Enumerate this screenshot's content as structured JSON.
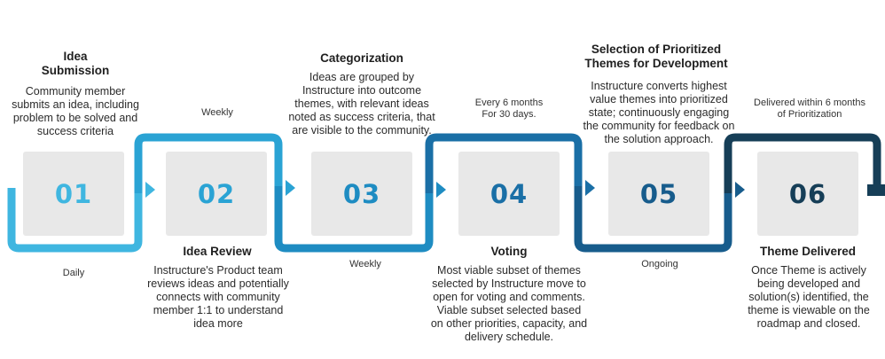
{
  "colors": {
    "track": [
      "#3fb6e0",
      "#2aa3d4",
      "#1e8cc2",
      "#1a6fa6",
      "#175c8c",
      "#163e57"
    ],
    "card": "#e8e8e8"
  },
  "steps": [
    {
      "number": "01",
      "title": "Idea\nSubmission",
      "description": "Community member\nsubmits an idea, including\nproblem to be solved and\nsuccess criteria",
      "frequency": "Daily"
    },
    {
      "number": "02",
      "title": "Idea Review",
      "description": "Instructure's Product team\nreviews ideas and potentially\nconnects with community\nmember 1:1 to understand\nidea more",
      "frequency": "Weekly"
    },
    {
      "number": "03",
      "title": "Categorization",
      "description": "Ideas are grouped by\nInstructure into outcome\nthemes, with relevant ideas\nnoted as success criteria, that\nare visible to the community.",
      "frequency": "Weekly"
    },
    {
      "number": "04",
      "title": "Voting",
      "description": "Most viable subset of themes\nselected by Instructure move to\nopen for voting and comments.\nViable subset selected based\non other priorities, capacity, and\ndelivery schedule.",
      "frequency": "Every 6 months\nFor 30 days."
    },
    {
      "number": "05",
      "title": "Selection of Prioritized\nThemes for Development",
      "description": "Instructure converts highest\nvalue themes into prioritized\nstate; continuously engaging\nthe community for feedback on\nthe solution approach.",
      "frequency": "Ongoing"
    },
    {
      "number": "06",
      "title": "Theme Delivered",
      "description": "Once Theme is actively\nbeing developed and\nsolution(s) identified, the\ntheme is viewable on the\nroadmap and closed.",
      "frequency": "Delivered within 6 months\nof Prioritization"
    }
  ]
}
